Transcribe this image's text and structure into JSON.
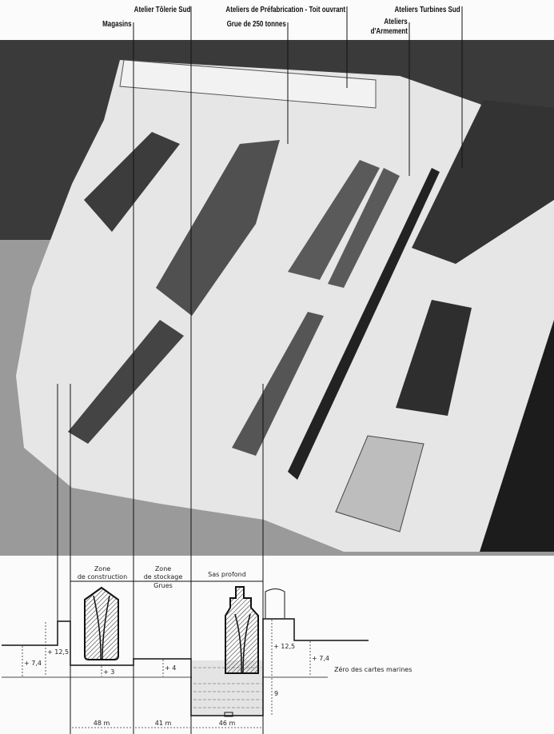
{
  "labels": {
    "atelier_tolerie": "Atelier Tôlerie Sud",
    "magasins": "Magasins",
    "prefabrication": "Ateliers de Préfabrication - Toit ouvrant",
    "grue": "Grue de 250 tonnes",
    "turbines": "Ateliers Turbines Sud",
    "armement_1": "Ateliers",
    "armement_2": "d'Armement"
  },
  "section": {
    "zone_construction_1": "Zone",
    "zone_construction_2": "de construction",
    "zone_stockage_1": "Zone",
    "zone_stockage_2": "de stockage",
    "sas": "Sas profond",
    "grues": "Grues",
    "zero": "Zéro des cartes marines",
    "h_left_74": "+ 7,4",
    "h_left_125": "+ 12,5",
    "h_3": "+ 3",
    "h_4": "+ 4",
    "h_right_125": "+ 12,5",
    "h_right_74": "+ 7,4",
    "depth_9": "9",
    "w_48": "48 m",
    "w_41": "41 m",
    "w_46": "46 m"
  }
}
